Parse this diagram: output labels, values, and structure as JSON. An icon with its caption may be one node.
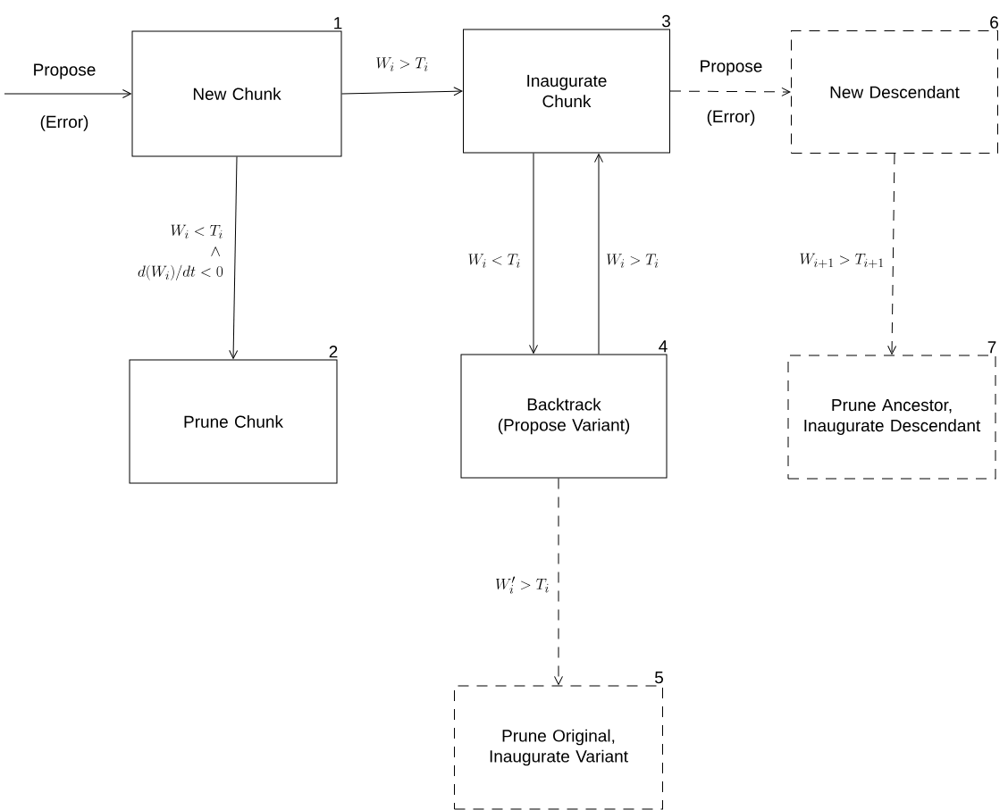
{
  "diagram": {
    "nodes": [
      {
        "text": [
          "New Chunk"
        ],
        "beside": [
          "1"
        ]
      },
      {
        "text": [
          "Prune Chunk"
        ],
        "beside": [
          "2"
        ]
      },
      {
        "text": [
          "Inaugurate Chunk"
        ],
        "beside": [
          "3"
        ]
      },
      {
        "text": [
          "Backtrack (Propose Variant)"
        ],
        "beside": [
          "4"
        ]
      },
      {
        "text": [
          "Prune Original, Inaugurate Variant"
        ],
        "beside": [
          "5"
        ]
      },
      {
        "text": [
          "New Descendant"
        ],
        "beside": [
          "6"
        ]
      },
      {
        "text": [
          "Prune Ancestor, Inaugurate Descendant"
        ],
        "beside": [
          "7"
        ]
      }
    ],
    "edges": [
      {
        "from": null,
        "to": 0,
        "arrow": "to",
        "label": "Propose"
      },
      {
        "from": 0,
        "to": 2,
        "arrow": "to",
        "label": "W_i > T_i"
      },
      {
        "from": 0,
        "to": 1,
        "arrow": "to",
        "label": "\\begin{array}{r} W_i < T_i \\\\ \\wedge\\, \\\\ d(W_i)/dt < 0 \\end{array}"
      },
      {
        "from": 2,
        "to": 3,
        "arrow": "to",
        "label": "W_i < T_i"
      },
      {
        "from": 3,
        "to": 2,
        "arrow": "to",
        "label": "W_i > T_i"
      },
      {
        "from": 2,
        "to": 5,
        "arrow": "to",
        "label": "Propose",
        "style": "dashed"
      },
      {
        "from": 5,
        "to": 6,
        "arrow": "to",
        "label": "W_{i+1} > T_{i+1}",
        "style": "dashed"
      },
      {
        "from": 3,
        "to": 4,
        "arrow": "to",
        "label": "W_i' > T_i",
        "style": "dashed"
      }
    ],
    "labels": [
      "(Error)",
      "(Error)"
    ]
  }
}
